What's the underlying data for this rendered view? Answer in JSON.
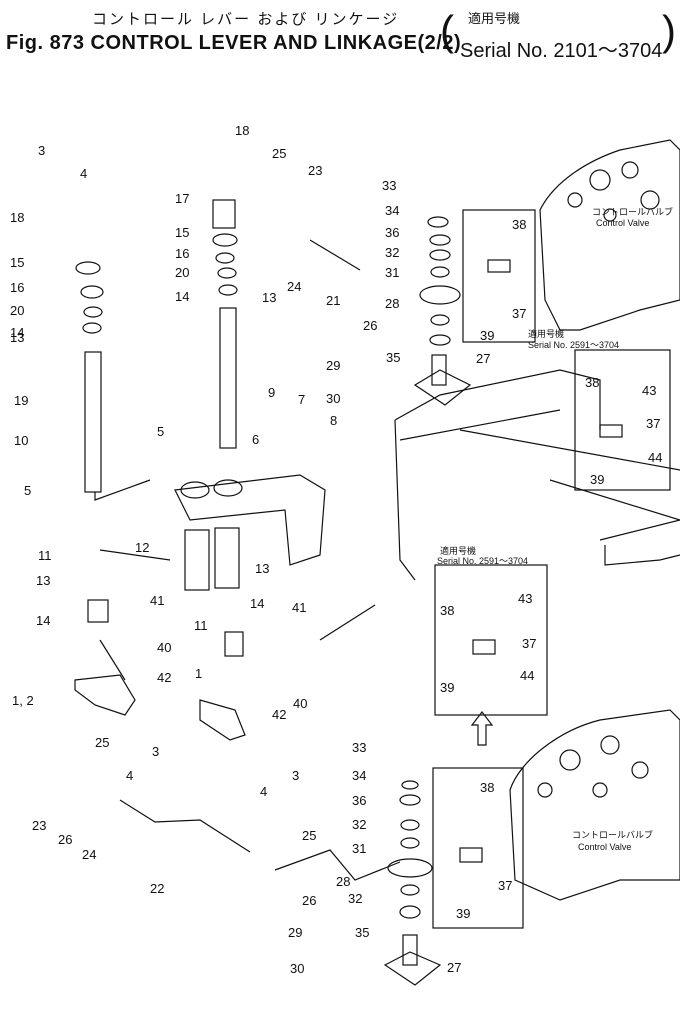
{
  "header": {
    "title_jp": "コントロール レバー および リンケージ",
    "title_en": "Fig. 873 CONTROL LEVER AND LINKAGE(2/2)",
    "serial_jp": "適用号機",
    "serial_en": "Serial No. 2101～3704"
  },
  "insets": {
    "upper": {
      "jp": "適用号機",
      "en": "Serial No. 2591～3704"
    },
    "lower": {
      "jp": "適用号機",
      "en": "Serial No. 2591～3704"
    }
  },
  "valves": {
    "upper": {
      "jp": "コントロールバルブ",
      "en": "Control Valve"
    },
    "lower": {
      "jp": "コントロールバルブ",
      "en": "Control Valve"
    }
  },
  "callouts": [
    "3",
    "4",
    "18",
    "25",
    "23",
    "33",
    "34",
    "36",
    "32",
    "31",
    "28",
    "38",
    "37",
    "39",
    "17",
    "15",
    "16",
    "20",
    "14",
    "13",
    "24",
    "21",
    "26",
    "29",
    "30",
    "35",
    "27",
    "18",
    "15",
    "16",
    "20",
    "14",
    "13",
    "19",
    "10",
    "9",
    "5",
    "7",
    "8",
    "6",
    "38",
    "43",
    "37",
    "44",
    "39",
    "5",
    "12",
    "13",
    "14",
    "11",
    "41",
    "40",
    "42",
    "1, 2",
    "3",
    "4",
    "13",
    "14",
    "11",
    "1",
    "41",
    "40",
    "42",
    "3",
    "4",
    "38",
    "43",
    "37",
    "44",
    "39",
    "25",
    "23",
    "26",
    "24",
    "22",
    "25",
    "26",
    "33",
    "34",
    "36",
    "32",
    "31",
    "28",
    "32",
    "35",
    "29",
    "30",
    "27",
    "38",
    "37",
    "39"
  ]
}
